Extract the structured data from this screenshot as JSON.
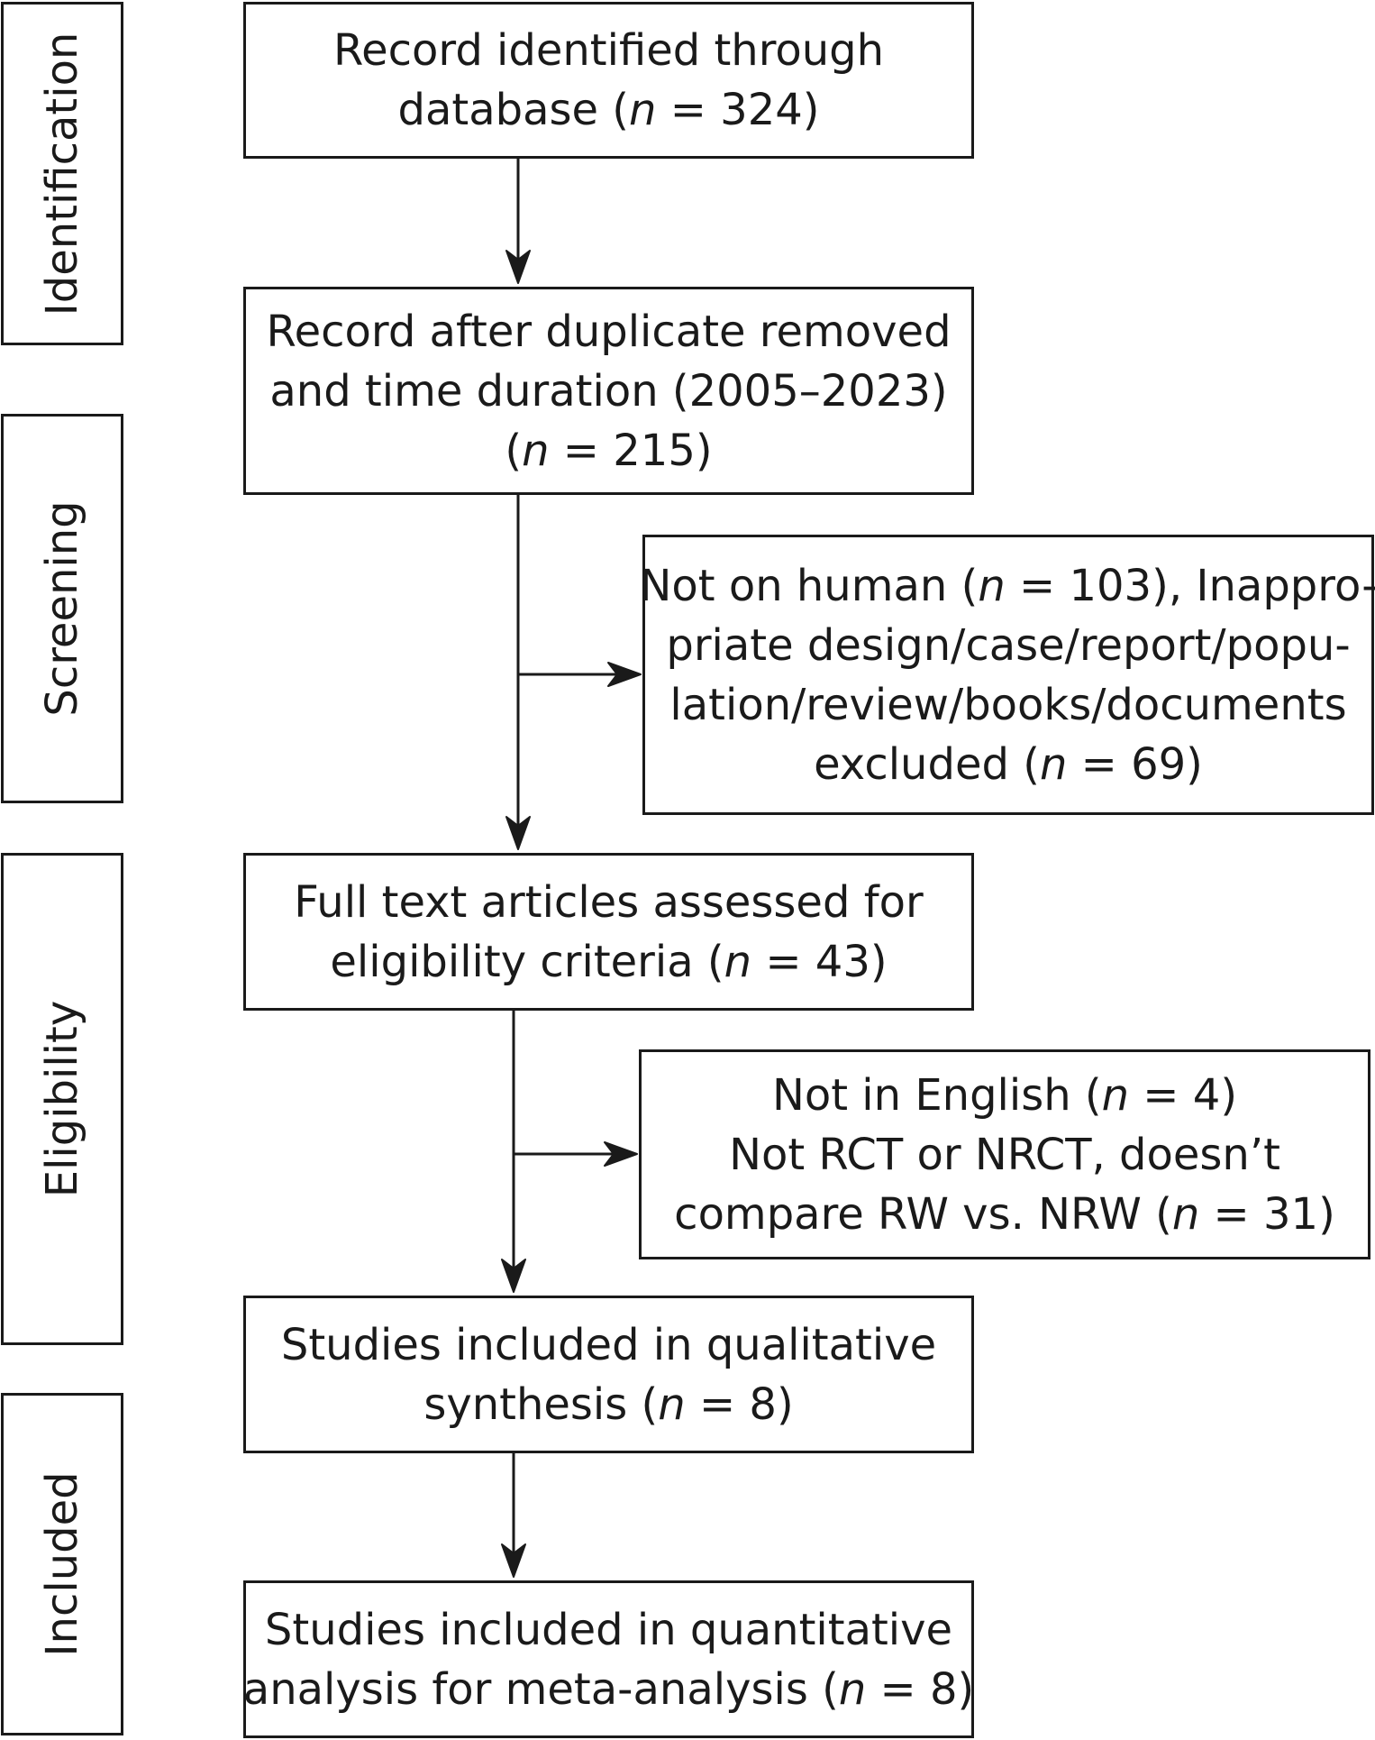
{
  "stages": {
    "identification": "Identification",
    "screening": "Screening",
    "eligibility": "Eligibility",
    "included": "Included"
  },
  "boxes": {
    "identified": {
      "line1": "Record identified through",
      "line2_pre": "database (",
      "n_symbol": "n",
      "line2_post": " = 324)"
    },
    "after_duplicates": {
      "line1": "Record after duplicate removed",
      "line2": "and time duration (2005–2023)",
      "line3_pre": "(",
      "n_symbol": "n",
      "line3_post": " = 215)"
    },
    "excluded_screening": {
      "line1_pre": "Not on human (",
      "n_symbol_1": "n",
      "line1_post": " = 103), Inappro-",
      "line2": "priate design/case/report/popu-",
      "line3": "lation/review/books/documents",
      "line4_pre": "excluded (",
      "n_symbol_2": "n",
      "line4_post": " = 69)"
    },
    "full_text": {
      "line1": "Full text articles assessed for",
      "line2_pre": "eligibility criteria (",
      "n_symbol": "n",
      "line2_post": " = 43)"
    },
    "excluded_eligibility": {
      "line1_pre": "Not in English (",
      "n_symbol_1": "n",
      "line1_post": " = 4)",
      "line2": "Not RCT or NRCT, doesn’t",
      "line3_pre": "compare RW vs. NRW (",
      "n_symbol_2": "n",
      "line3_post": " = 31)"
    },
    "qualitative": {
      "line1": "Studies included in qualitative",
      "line2_pre": "synthesis (",
      "n_symbol": "n",
      "line2_post": " = 8)"
    },
    "quantitative": {
      "line1": "Studies included in quantitative",
      "line2_pre": "analysis for meta-analysis (",
      "n_symbol": "n",
      "line2_post": " = 8)"
    }
  }
}
